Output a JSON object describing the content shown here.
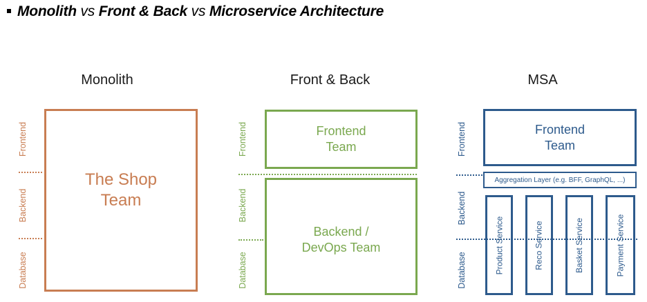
{
  "heading": {
    "part1": "Monolith",
    "vs1": " vs ",
    "part2": "Front & Back",
    "vs2": " vs ",
    "part3": "Microservice Architecture"
  },
  "layer_labels": {
    "frontend": "Frontend",
    "backend": "Backend",
    "database": "Database"
  },
  "monolith": {
    "title": "Monolith",
    "box_line1": "The Shop",
    "box_line2": "Team"
  },
  "front_back": {
    "title": "Front & Back",
    "frontend_line1": "Frontend",
    "frontend_line2": "Team",
    "backend_line1": "Backend /",
    "backend_line2": "DevOps Team"
  },
  "msa": {
    "title": "MSA",
    "frontend_line1": "Frontend",
    "frontend_line2": "Team",
    "aggregation": "Aggregation Layer (e.g. BFF, GraphQL, ...)",
    "services": [
      "Product Service",
      "Reco Service",
      "Basket Service",
      "Payment Service"
    ]
  },
  "colors": {
    "monolith": "#c87d52",
    "front_back": "#7aa84f",
    "msa": "#2d5a8c"
  }
}
